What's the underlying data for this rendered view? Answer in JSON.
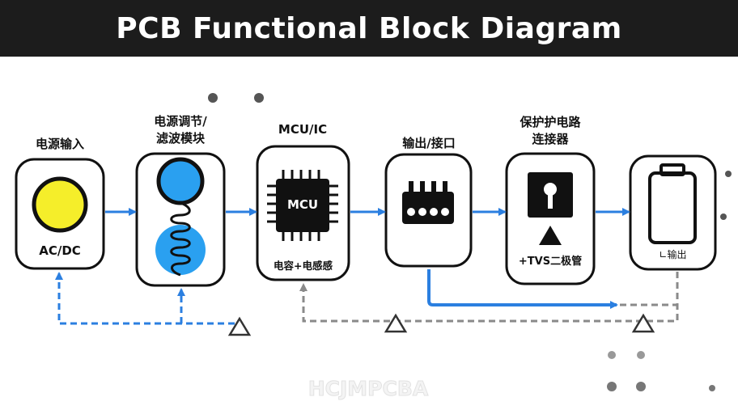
{
  "title": "PCB Functional Block Diagram",
  "watermark": "HCJMPCBA",
  "blocks": [
    {
      "heading": [
        "电源输入"
      ],
      "inner_label": "AC/DC"
    },
    {
      "heading": [
        "电源调节/",
        "滤波模块"
      ],
      "inner_label": ""
    },
    {
      "heading": [
        "MCU/IC"
      ],
      "chip_label": "MCU",
      "inner_label": "电容+电感感"
    },
    {
      "heading": [
        "输出/接口"
      ],
      "inner_label": ""
    },
    {
      "heading": [
        "保护护电路",
        "连接器"
      ],
      "inner_label": "+TVS二极管"
    },
    {
      "heading": [],
      "inner_label": "∟输出"
    }
  ],
  "colors": {
    "title_bg": "#1c1c1c",
    "accent_blue": "#2b7fe0",
    "feedback_gray": "#8a8a8a",
    "input_yellow": "#f5ee2a",
    "filter_blue": "#2aa0f0"
  }
}
